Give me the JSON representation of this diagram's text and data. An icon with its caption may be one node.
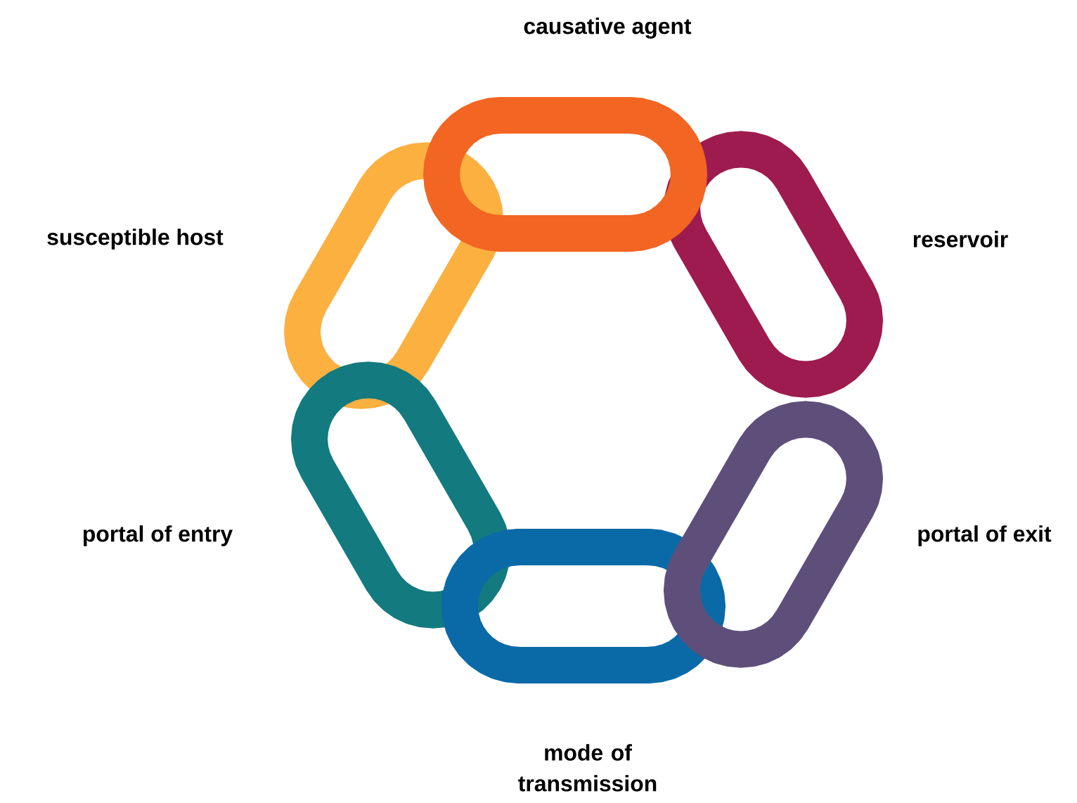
{
  "diagram": {
    "nodes": [
      {
        "text": [],
        "shape": "link",
        "beside": [
          "causative agent"
        ]
      },
      {
        "text": [],
        "shape": "link",
        "beside": [
          "susceptible host"
        ]
      },
      {
        "text": [],
        "shape": "link",
        "beside": [
          "reservoir"
        ]
      },
      {
        "text": [],
        "shape": "link",
        "beside": [
          "portal of entry"
        ]
      },
      {
        "text": [],
        "shape": "link",
        "beside": [
          "portal of exit"
        ]
      },
      {
        "text": [],
        "shape": "link",
        "beside": [
          "mode of transmission"
        ]
      }
    ]
  }
}
